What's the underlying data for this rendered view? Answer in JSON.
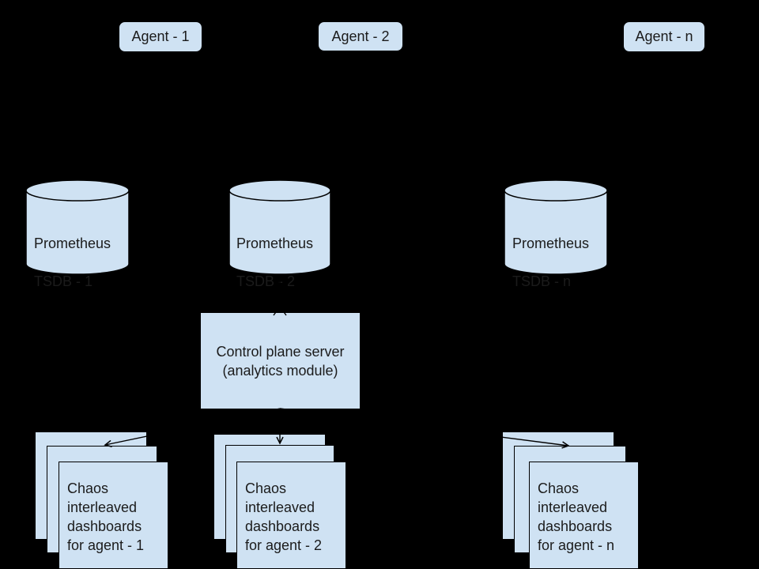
{
  "colors": {
    "background": "#000000",
    "shape_fill": "#cfe2f3",
    "shape_border": "#000000",
    "text_color": "#1b1b1b"
  },
  "agents": [
    {
      "label": "Agent - 1"
    },
    {
      "label": "Agent - 2"
    },
    {
      "label": "Agent - n"
    }
  ],
  "databases": [
    {
      "line1": "Prometheus",
      "line2": "TSDB - 1"
    },
    {
      "line1": "Prometheus",
      "line2": "TSDB - 2"
    },
    {
      "line1": "Prometheus",
      "line2": "TSDB - n"
    }
  ],
  "control_plane": {
    "line1": "Control plane server",
    "line2": "(analytics module)"
  },
  "dashboard_stacks": [
    {
      "lines": [
        "Chaos",
        "interleaved",
        "dashboards",
        "for agent - 1"
      ]
    },
    {
      "lines": [
        "Chaos",
        "interleaved",
        "dashboards",
        "for agent - 2"
      ]
    },
    {
      "lines": [
        "Chaos",
        "interleaved",
        "dashboards",
        "for agent - n"
      ]
    }
  ]
}
